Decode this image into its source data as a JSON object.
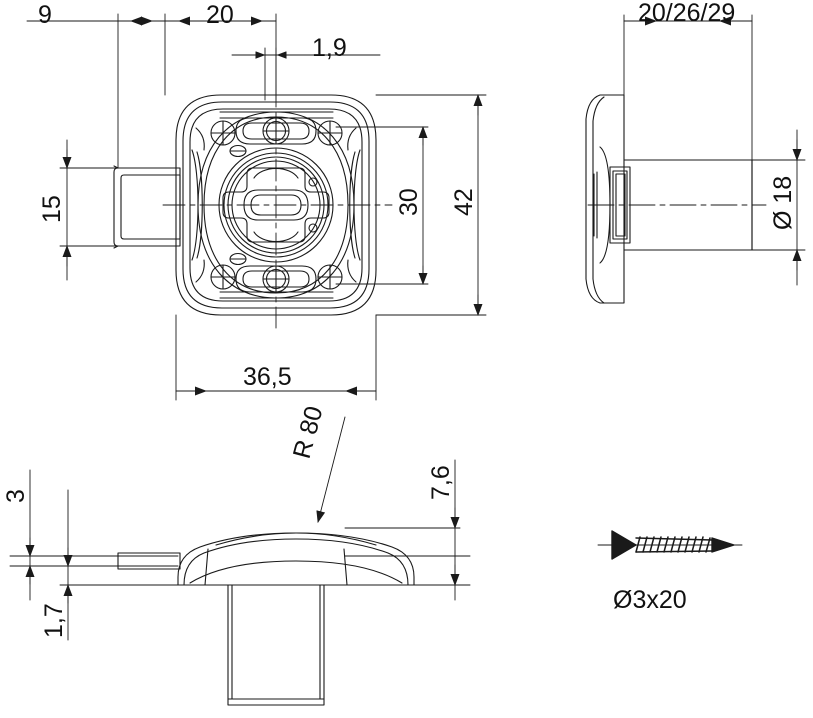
{
  "drawing": {
    "type": "technical-engineering-drawing",
    "subject": "furniture-lock-rosette-escutcheon",
    "units": "mm",
    "line_color": "#1a1a1a",
    "background_color": "#ffffff",
    "views": [
      {
        "name": "front-view",
        "position": "top-left"
      },
      {
        "name": "side-view",
        "position": "top-right"
      },
      {
        "name": "bottom-section-view",
        "position": "bottom-left"
      },
      {
        "name": "screw-detail",
        "position": "bottom-right"
      }
    ]
  },
  "dimensions": {
    "front_view": {
      "d_9": "9",
      "d_20": "20",
      "d_1_9": "1,9",
      "d_15": "15",
      "d_30": "30",
      "d_42": "42",
      "d_36_5": "36,5"
    },
    "side_view": {
      "d_depth_options": "20/26/29",
      "d_diameter_18": "Ø 18"
    },
    "bottom_view": {
      "d_3": "3",
      "d_1_7": "1,7",
      "d_7_6": "7,6",
      "d_r80": "R 80"
    },
    "screw_detail": {
      "label": "Ø3x20"
    }
  }
}
